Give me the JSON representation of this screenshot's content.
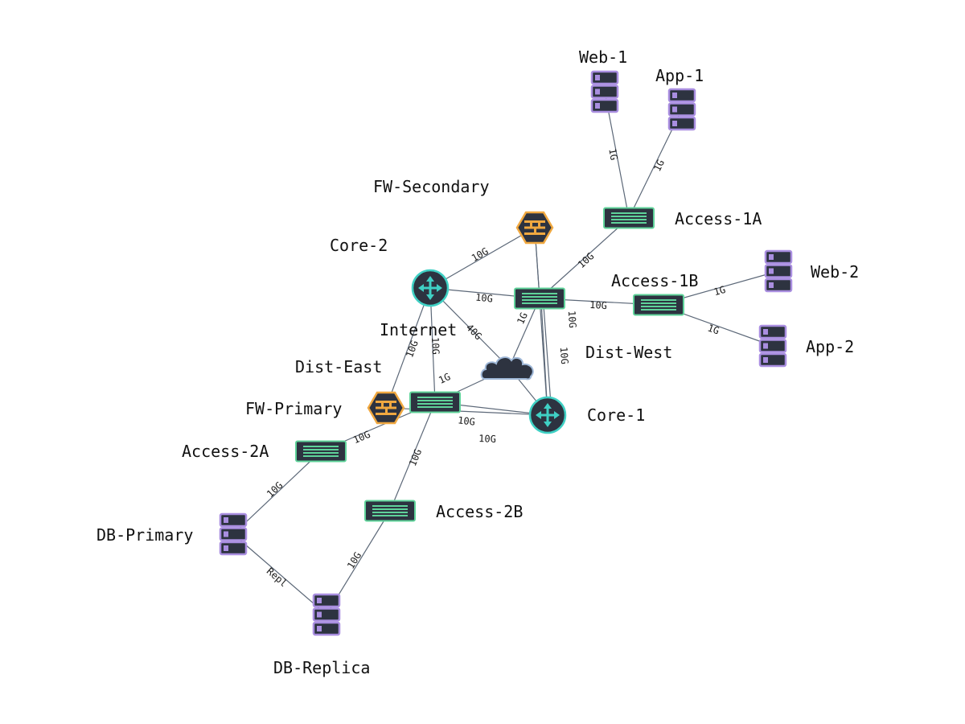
{
  "colors": {
    "dark": "#2d3340",
    "switch_accent": "#5fd39a",
    "router_accent": "#3fd0c4",
    "firewall_accent": "#f0a840",
    "server_accent": "#a98ee0",
    "cloud_accent": "#9fb8d8",
    "link": "#5c6878"
  },
  "nodes": {
    "web1": {
      "label": "Web-1",
      "type": "server",
      "icon": "server-icon"
    },
    "app1": {
      "label": "App-1",
      "type": "server",
      "icon": "server-icon"
    },
    "fw_secondary": {
      "label": "FW-Secondary",
      "type": "firewall",
      "icon": "firewall-icon"
    },
    "access_1a": {
      "label": "Access-1A",
      "type": "switch",
      "icon": "switch-icon"
    },
    "core2": {
      "label": "Core-2",
      "type": "router",
      "icon": "router-icon"
    },
    "dist_west": {
      "label": "Dist-West",
      "type": "switch",
      "icon": "switch-icon"
    },
    "access_1b": {
      "label": "Access-1B",
      "type": "switch",
      "icon": "switch-icon"
    },
    "web2": {
      "label": "Web-2",
      "type": "server",
      "icon": "server-icon"
    },
    "app2": {
      "label": "App-2",
      "type": "server",
      "icon": "server-icon"
    },
    "internet": {
      "label": "Internet",
      "type": "cloud",
      "icon": "cloud-icon"
    },
    "dist_east": {
      "label": "Dist-East",
      "type": "switch",
      "icon": "switch-icon"
    },
    "fw_primary": {
      "label": "FW-Primary",
      "type": "firewall",
      "icon": "firewall-icon"
    },
    "core1": {
      "label": "Core-1",
      "type": "router",
      "icon": "router-icon"
    },
    "access_2a": {
      "label": "Access-2A",
      "type": "switch",
      "icon": "switch-icon"
    },
    "access_2b": {
      "label": "Access-2B",
      "type": "switch",
      "icon": "switch-icon"
    },
    "db_primary": {
      "label": "DB-Primary",
      "type": "server",
      "icon": "server-icon"
    },
    "db_replica": {
      "label": "DB-Replica",
      "type": "server",
      "icon": "server-icon"
    }
  },
  "links": [
    {
      "id": "web1-access1a",
      "from": "web1",
      "to": "access_1a",
      "label": "1G"
    },
    {
      "id": "app1-access1a",
      "from": "app1",
      "to": "access_1a",
      "label": "1G"
    },
    {
      "id": "access1a-distwest",
      "from": "access_1a",
      "to": "dist_west",
      "label": "10G"
    },
    {
      "id": "fwsecondary-core2",
      "from": "fw_secondary",
      "to": "core2",
      "label": "10G"
    },
    {
      "id": "fwsecondary-distwest",
      "from": "fw_secondary",
      "to": "dist_west",
      "label": ""
    },
    {
      "id": "fwsecondary-core1",
      "from": "fw_secondary",
      "to": "core1",
      "label": ""
    },
    {
      "id": "core2-distwest",
      "from": "core2",
      "to": "dist_west",
      "label": "10G"
    },
    {
      "id": "distwest-access1b",
      "from": "dist_west",
      "to": "access_1b",
      "label": "10G"
    },
    {
      "id": "access1b-web2",
      "from": "access_1b",
      "to": "web2",
      "label": "1G"
    },
    {
      "id": "access1b-app2",
      "from": "access_1b",
      "to": "app2",
      "label": "1G"
    },
    {
      "id": "distwest-internet",
      "from": "dist_west",
      "to": "internet",
      "label": "1G"
    },
    {
      "id": "distwest-core1-a",
      "from": "dist_west",
      "to": "core1",
      "label": "10G"
    },
    {
      "id": "distwest-core1-b",
      "from": "dist_west",
      "to": "core1",
      "label": "10G"
    },
    {
      "id": "core2-internet",
      "from": "core2",
      "to": "internet",
      "label": "40G"
    },
    {
      "id": "core2-fwprimary",
      "from": "core2",
      "to": "fw_primary",
      "label": "10G"
    },
    {
      "id": "core2-disteast",
      "from": "core2",
      "to": "dist_east",
      "label": "10G"
    },
    {
      "id": "disteast-internet",
      "from": "dist_east",
      "to": "internet",
      "label": "1G"
    },
    {
      "id": "internet-core1",
      "from": "internet",
      "to": "core1",
      "label": ""
    },
    {
      "id": "disteast-core1",
      "from": "dist_east",
      "to": "core1",
      "label": "10G"
    },
    {
      "id": "fwprimary-core1",
      "from": "fw_primary",
      "to": "core1",
      "label": "10G"
    },
    {
      "id": "disteast-access2a",
      "from": "dist_east",
      "to": "access_2a",
      "label": "10G"
    },
    {
      "id": "disteast-access2b",
      "from": "dist_east",
      "to": "access_2b",
      "label": "10G"
    },
    {
      "id": "access2a-dbprimary",
      "from": "access_2a",
      "to": "db_primary",
      "label": "10G"
    },
    {
      "id": "access2b-dbreplica",
      "from": "access_2b",
      "to": "db_replica",
      "label": "10G"
    },
    {
      "id": "dbprimary-dbreplica",
      "from": "db_primary",
      "to": "db_replica",
      "label": "Repl"
    }
  ]
}
